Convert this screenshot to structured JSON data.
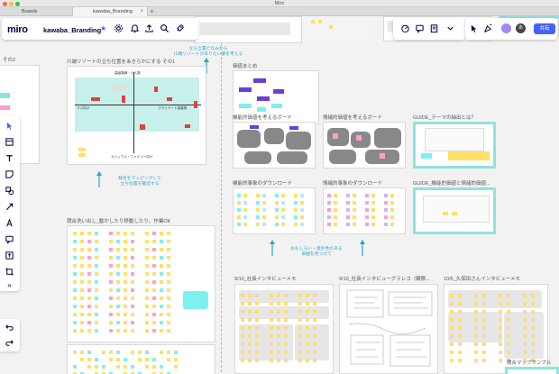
{
  "window": {
    "title": "Miro"
  },
  "tabs": [
    {
      "label": "Boards"
    },
    {
      "label": "kawaba_Branding"
    }
  ],
  "header": {
    "logo": "miro",
    "board_name": "kawaba_Branding",
    "share_label": "共有",
    "user_initial": "あ"
  },
  "colors": {
    "accent": "#4262ff",
    "teal": "#8fe3dc",
    "sticky_yellow": "#ffe066",
    "sticky_pink": "#ff9ecf",
    "sticky_purple": "#6b3fd6",
    "annotation": "#2aa7c9"
  },
  "frames": {
    "left_partial": "その2",
    "river_resort": "川端リゾートの立ち位置をあきらかにする その1",
    "features": "価値まとめ",
    "functional_value": "機能的価値を考えるボード",
    "emotional_value": "情緒的価値を考えるボード",
    "guide_theme": "GUIDE_テーマの抽出とは？",
    "functional_down": "機能的事象のダウンロード",
    "emotional_down": "情緒的事象のダウンロード",
    "guide_value": "GUIDE_機能的価値と情緒的価値...",
    "competitor": "競合洗い出し_動かしたり移動したり、作業OK",
    "interview1": "9/10_社長インタビューメモ",
    "interview2": "9/10_社長インタビューグラレコ（観察...",
    "interview3": "10/6_久保田さんインタビューメモ",
    "combo": "競合マップサンプル"
  },
  "annotations": {
    "top_note": "なら立置どなみから\n川端リゾートがありたい姿を考える",
    "competitor_note": "競合をマッピングして\n立ち位置を確認する",
    "fun_note": "おもしろい・意外性のある\n価値を見つけて",
    "map_quadrant_top": "高級路線・少人数",
    "map_quadrant_left": "マス向け",
    "map_quadrant_right": "プライベート感重視",
    "map_quadrant_bottom": "カジュアル・ファミリー向け"
  }
}
